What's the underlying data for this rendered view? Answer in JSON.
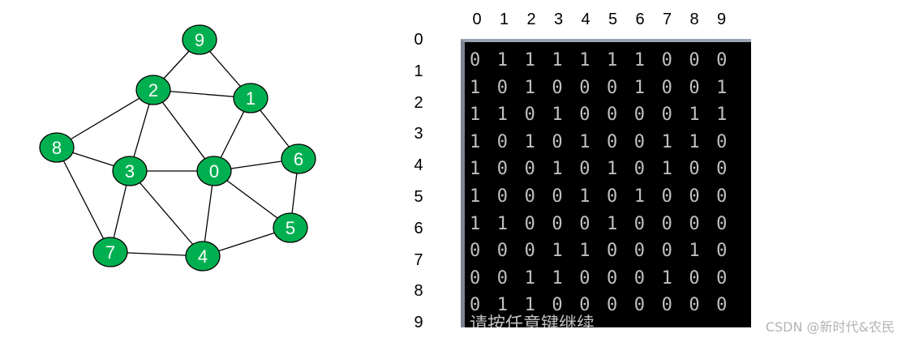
{
  "graph": {
    "nodes": [
      "0",
      "1",
      "2",
      "3",
      "4",
      "5",
      "6",
      "7",
      "8",
      "9"
    ],
    "edges": [
      [
        9,
        2
      ],
      [
        9,
        1
      ],
      [
        2,
        1
      ],
      [
        2,
        8
      ],
      [
        2,
        3
      ],
      [
        2,
        0
      ],
      [
        1,
        0
      ],
      [
        1,
        6
      ],
      [
        8,
        3
      ],
      [
        8,
        7
      ],
      [
        3,
        0
      ],
      [
        3,
        7
      ],
      [
        3,
        4
      ],
      [
        0,
        6
      ],
      [
        0,
        4
      ],
      [
        0,
        5
      ],
      [
        6,
        5
      ],
      [
        7,
        4
      ],
      [
        4,
        5
      ]
    ],
    "node_color": "#00b050"
  },
  "matrix": {
    "col_headers": [
      "0",
      "1",
      "2",
      "3",
      "4",
      "5",
      "6",
      "7",
      "8",
      "9"
    ],
    "row_headers": [
      "0",
      "1",
      "2",
      "3",
      "4",
      "5",
      "6",
      "7",
      "8",
      "9"
    ],
    "rows": [
      [
        "0",
        "1",
        "1",
        "1",
        "1",
        "1",
        "1",
        "0",
        "0",
        "0"
      ],
      [
        "1",
        "0",
        "1",
        "0",
        "0",
        "0",
        "1",
        "0",
        "0",
        "1"
      ],
      [
        "1",
        "1",
        "0",
        "1",
        "0",
        "0",
        "0",
        "0",
        "1",
        "1"
      ],
      [
        "1",
        "0",
        "1",
        "0",
        "1",
        "0",
        "0",
        "1",
        "1",
        "0"
      ],
      [
        "1",
        "0",
        "0",
        "1",
        "0",
        "1",
        "0",
        "1",
        "0",
        "0"
      ],
      [
        "1",
        "0",
        "0",
        "0",
        "1",
        "0",
        "1",
        "0",
        "0",
        "0"
      ],
      [
        "1",
        "1",
        "0",
        "0",
        "0",
        "1",
        "0",
        "0",
        "0",
        "0"
      ],
      [
        "0",
        "0",
        "0",
        "1",
        "1",
        "0",
        "0",
        "0",
        "1",
        "0"
      ],
      [
        "0",
        "0",
        "1",
        "1",
        "0",
        "0",
        "0",
        "1",
        "0",
        "0"
      ],
      [
        "0",
        "1",
        "1",
        "0",
        "0",
        "0",
        "0",
        "0",
        "0",
        "0"
      ]
    ],
    "prompt": "请按任意键继续"
  },
  "watermark": "CSDN @新时代&农民",
  "colors": {
    "console_bg": "#000000",
    "console_text": "#c0c0c0"
  }
}
